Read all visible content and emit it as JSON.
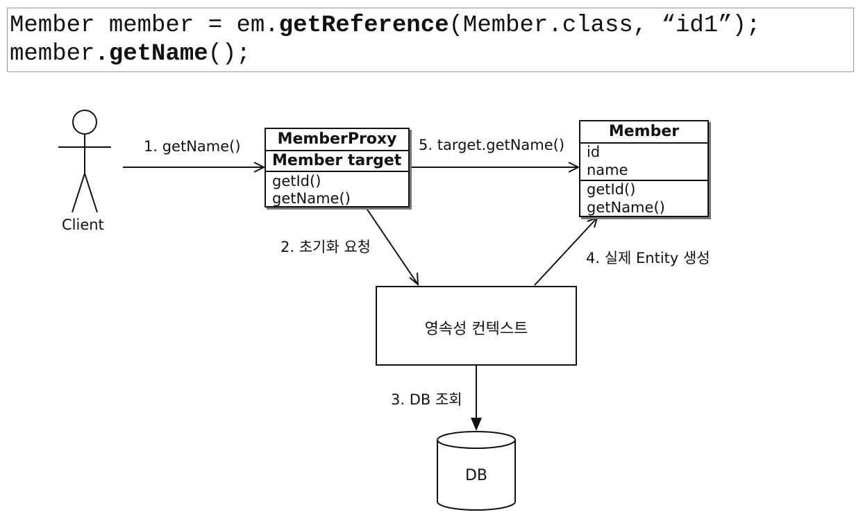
{
  "code": {
    "line1": [
      {
        "text": "Member member = em.",
        "bold": false
      },
      {
        "text": "getReference",
        "bold": true
      },
      {
        "text": "(Member.class, “id1”);",
        "bold": false
      }
    ],
    "line2": [
      {
        "text": "member",
        "bold": false
      },
      {
        "text": ".getName",
        "bold": true
      },
      {
        "text": "();",
        "bold": false
      }
    ]
  },
  "actor": {
    "label": "Client"
  },
  "proxy": {
    "title": "MemberProxy",
    "field": "Member target",
    "methods": [
      "getId()",
      "getName()"
    ]
  },
  "member": {
    "title": "Member",
    "fields": [
      "id",
      "name"
    ],
    "methods": [
      "getId()",
      "getName()"
    ]
  },
  "persistence_context": {
    "label": "영속성 컨텍스트"
  },
  "db": {
    "label": "DB"
  },
  "steps": {
    "step1": "1. getName()",
    "step2": "2. 초기화 요청",
    "step3": "3. DB 조회",
    "step4": "4. 실제 Entity 생성",
    "step5": "5. target.getName()"
  },
  "colors": {
    "line": "#111111",
    "code_border": "#9a9a9a",
    "shadow": "#777777"
  }
}
